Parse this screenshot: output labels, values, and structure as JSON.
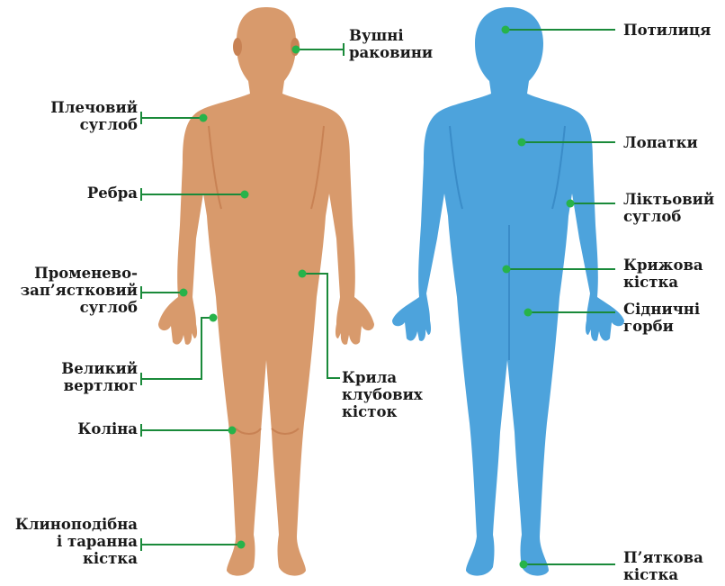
{
  "colors": {
    "front_figure": "#d89a6c",
    "front_figure_shade": "#c88254",
    "back_figure": "#4da3dc",
    "back_figure_shade": "#3a8cc8",
    "leader_line": "#1a8a3a",
    "marker": "#27b34a",
    "text": "#1a1a1a"
  },
  "front_labels": {
    "vushni": [
      "Вушні",
      "раковини"
    ],
    "plechovyi": [
      "Плечовий",
      "суглоб"
    ],
    "rebra": [
      "Ребра"
    ],
    "promenevo": [
      "Променево-",
      "зап’ястковий",
      "суглоб"
    ],
    "velykyi": [
      "Великий",
      "вертлюг"
    ],
    "kryla": [
      "Крила",
      "клубових",
      "кісток"
    ],
    "kolina": [
      "Коліна"
    ],
    "klyno": [
      "Клиноподібна",
      "і таранна",
      "кістка"
    ]
  },
  "back_labels": {
    "potylytsia": [
      "Потилиця"
    ],
    "lopatky": [
      "Лопатки"
    ],
    "liktovyi": [
      "Ліктьовий",
      "суглоб"
    ],
    "kryzhova": [
      "Крижова",
      "кістка"
    ],
    "sidnychni": [
      "Сідничні",
      "горби"
    ],
    "piatkova": [
      "П’яткова",
      "кістка"
    ]
  }
}
